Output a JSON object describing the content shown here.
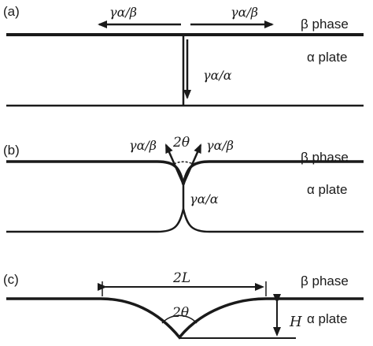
{
  "panels": {
    "a": {
      "label": "(a)",
      "top_phase": "β phase",
      "bottom_phase": "α plate",
      "gamma_left": "γα/β",
      "gamma_right": "γα/β",
      "gamma_vertical": "γα/α"
    },
    "b": {
      "label": "(b)",
      "top_phase": "β phase",
      "bottom_phase": "α plate",
      "gamma_left": "γα/β",
      "gamma_right": "γα/β",
      "gamma_center": "γα/α",
      "angle": "2θ"
    },
    "c": {
      "label": "(c)",
      "top_phase": "β phase",
      "bottom_phase": "α plate",
      "width_label": "2L",
      "angle": "2θ",
      "height_label": "H"
    }
  },
  "colors": {
    "line": "#1a1a1a",
    "background": "#ffffff"
  }
}
